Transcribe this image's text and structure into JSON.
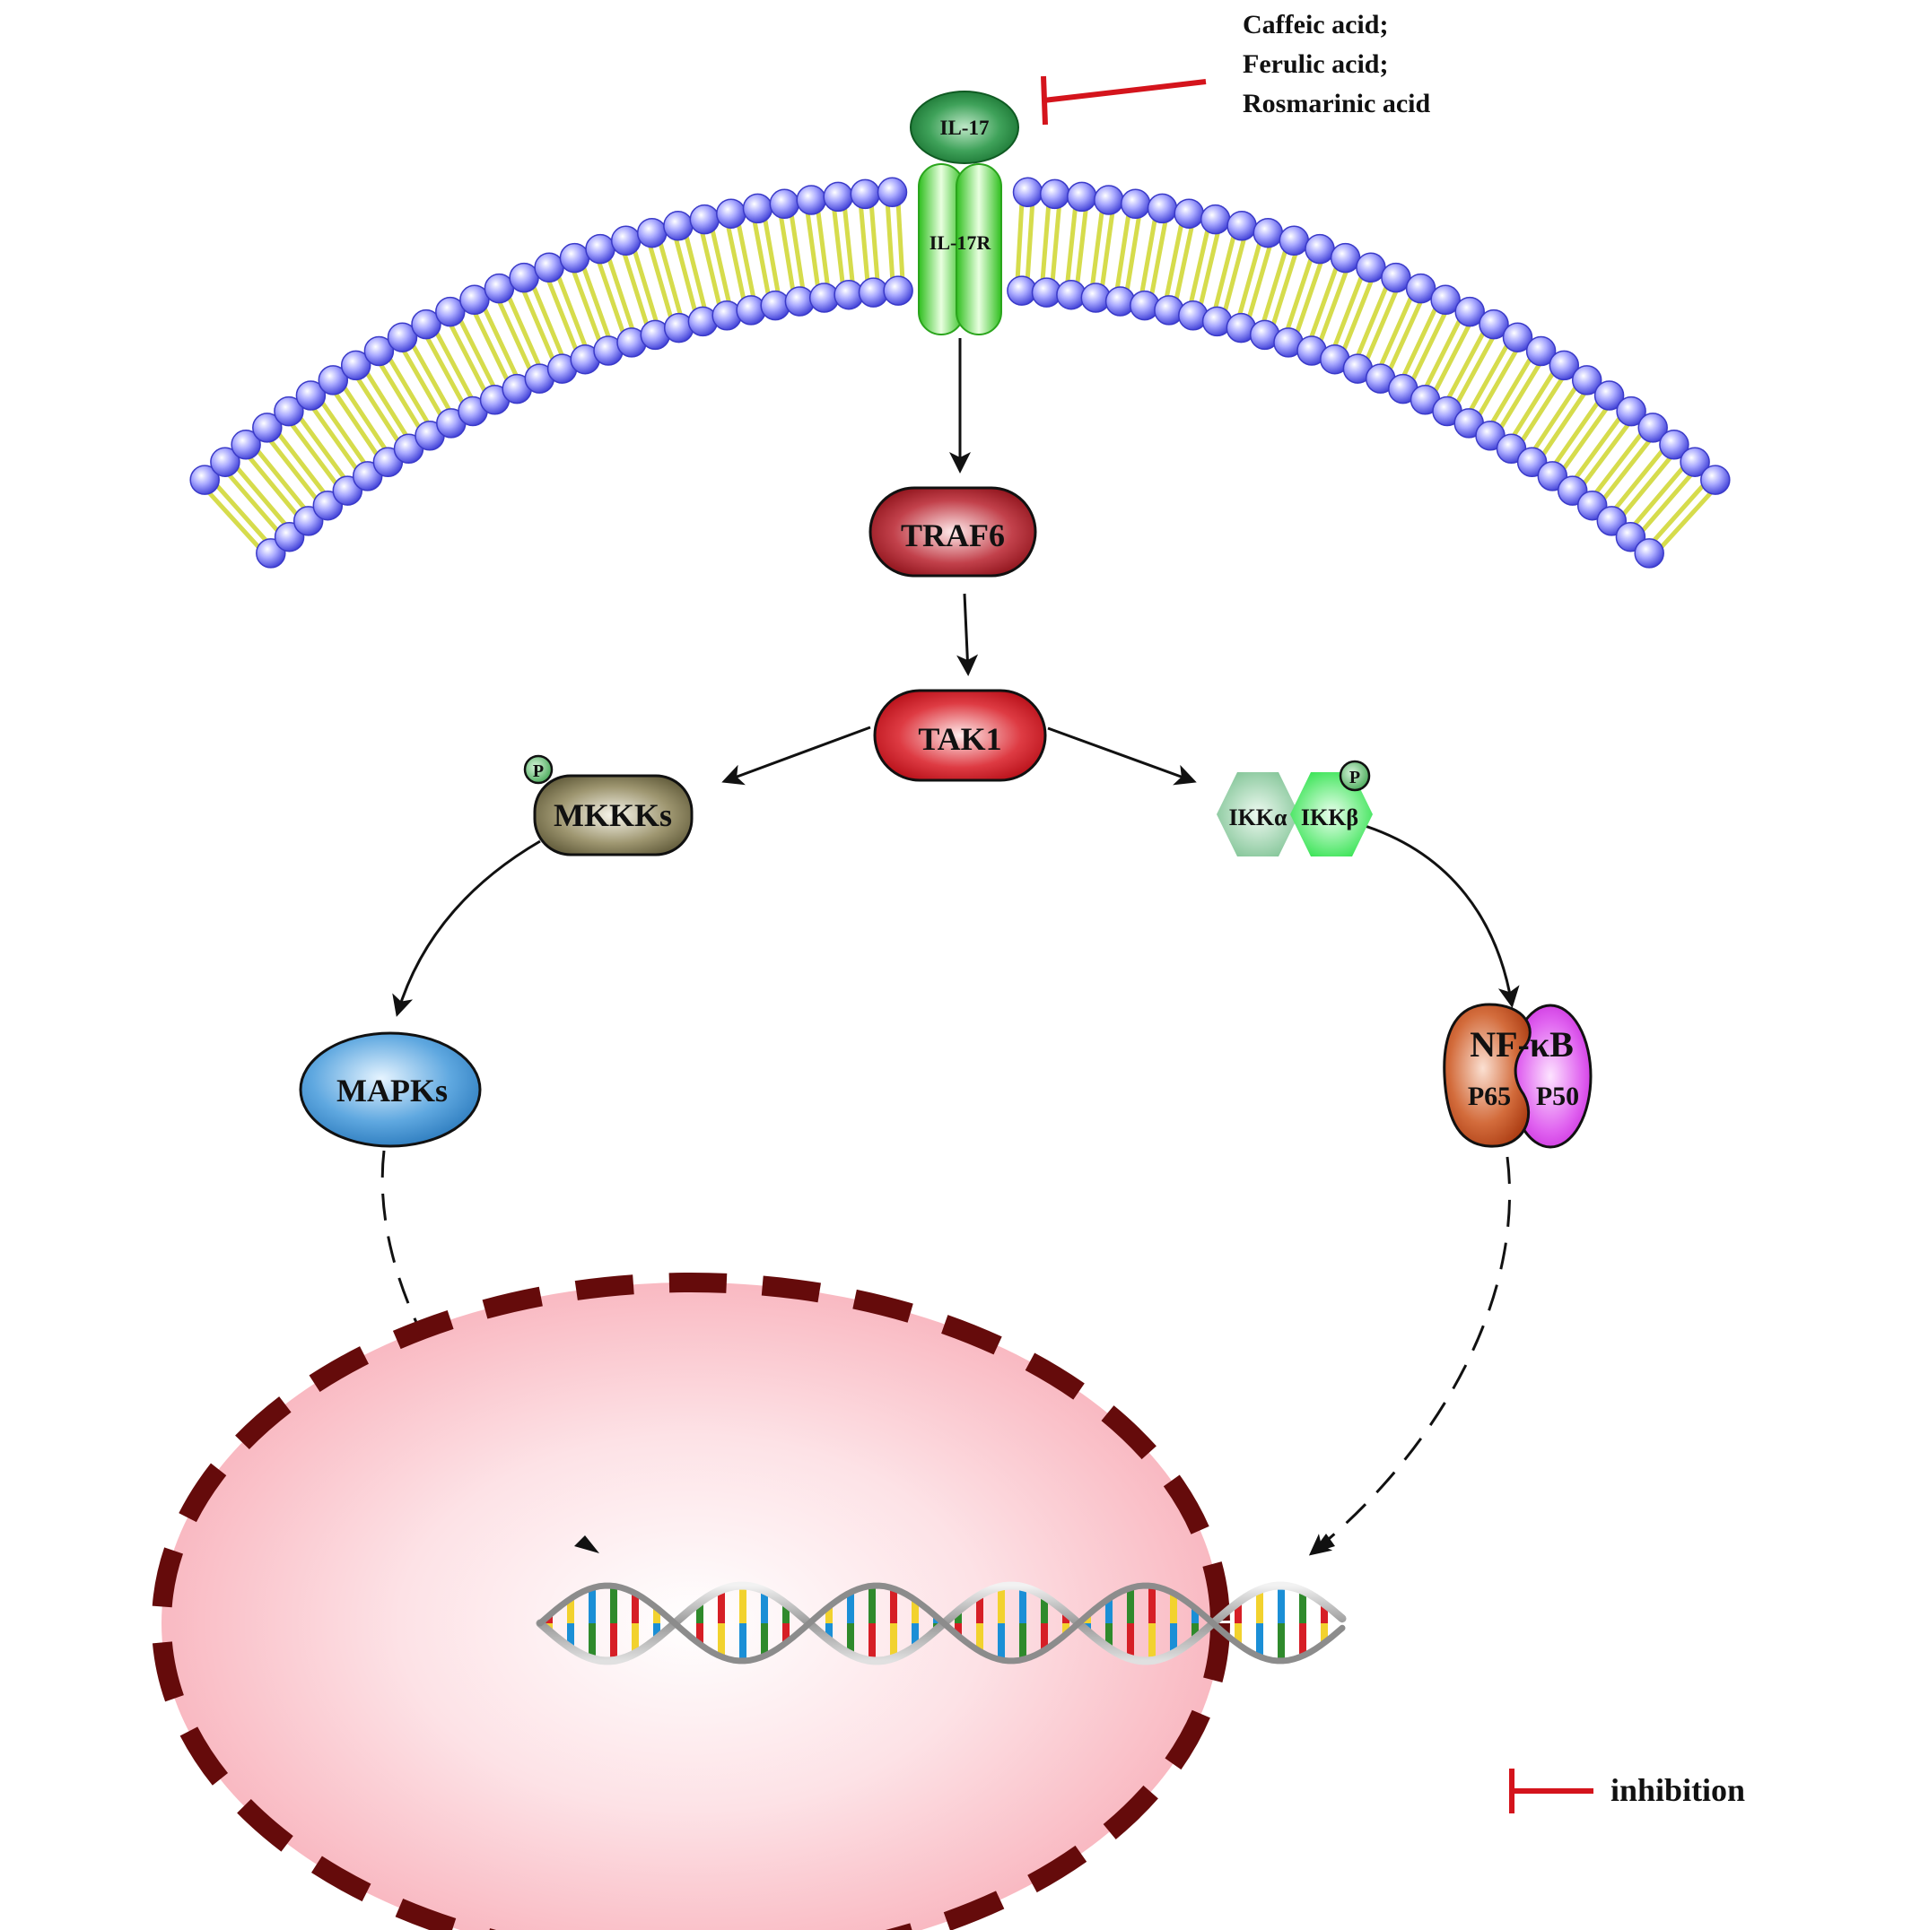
{
  "inhibitors": [
    "Caffeic acid;",
    "Ferulic acid;",
    "Rosmarinic acid"
  ],
  "ligand": "IL-17",
  "receptor": "IL-17R",
  "nodes": {
    "traf6": "TRAF6",
    "tak1": "TAK1",
    "mkkks": "MKKKs",
    "mapks": "MAPKs",
    "ikk_alpha": "IKKα",
    "ikk_beta": "IKKβ",
    "nfkb": "NF-κB",
    "p65": "P65",
    "p50": "P50"
  },
  "phospho_label": "P",
  "legend": {
    "inhibition": "inhibition"
  },
  "colors": {
    "inhibit_line": "#d4141c",
    "membrane_head": "#6b6bff",
    "membrane_tail": "#d6dc4c",
    "il17": "#1f8a3c",
    "il17r": "#3cc728",
    "traf6": "#a01822",
    "tak1": "#c7161e",
    "mkkks": "#6e6746",
    "mapks": "#3a8ccc",
    "ikk_alpha": "#8ec9a2",
    "ikk_beta": "#43ed5b",
    "p65": "#c2481b",
    "p50": "#d632e6",
    "nucleus_fill": "#f9b9c2",
    "nucleus_border": "#650b0b"
  }
}
